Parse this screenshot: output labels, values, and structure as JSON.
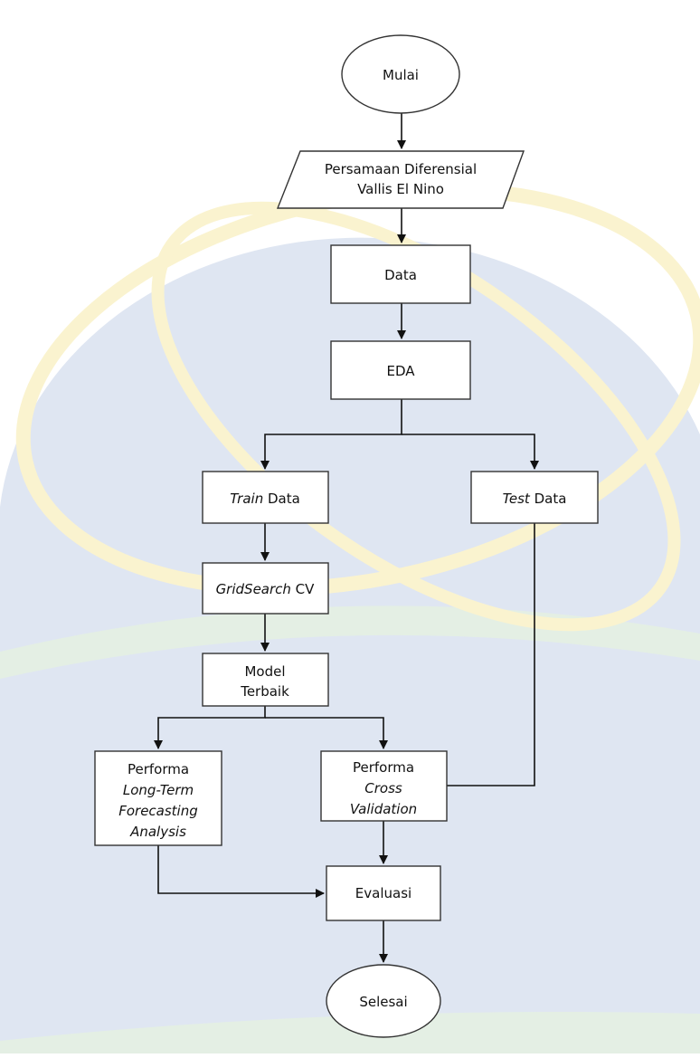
{
  "nodes": {
    "mulai": "Mulai",
    "input_1": "Persamaan Diferensial",
    "input_2": "Vallis El Nino",
    "data": "Data",
    "eda": "EDA",
    "train_em": "Train",
    "train_rest": " Data",
    "test_em": "Test",
    "test_rest": " Data",
    "grid_em": "GridSearch",
    "grid_rest": " CV",
    "model_1": "Model",
    "model_2": "Terbaik",
    "perf_lt_1": "Performa",
    "perf_lt_2a": "Long-",
    "perf_lt_2b": "Term",
    "perf_lt_3": "Forecasting",
    "perf_lt_4": "Analysis",
    "perf_cv_1": "Performa",
    "perf_cv_2": "Cross",
    "perf_cv_3": "Validation",
    "evaluasi": "Evaluasi",
    "selesai": "Selesai"
  },
  "colors": {
    "watermark_blue": "#dfe6f2",
    "watermark_yellow": "#faf3cf",
    "watermark_green": "#e4efe4",
    "box_fill": "#ffffff",
    "stroke": "#333333"
  }
}
